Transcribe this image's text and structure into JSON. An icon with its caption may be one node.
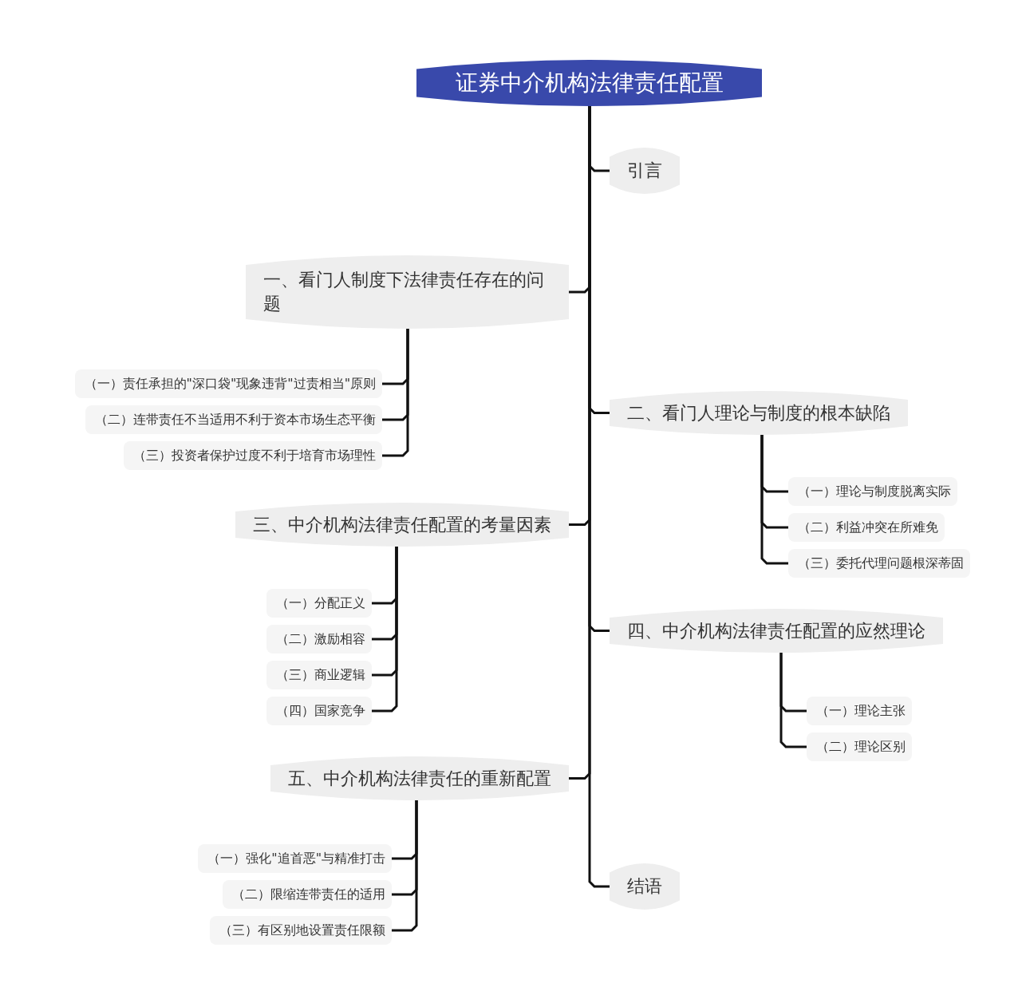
{
  "diagram": {
    "nodes": [
      {
        "text": [
          "证券中介机构法律责任配置"
        ]
      },
      {
        "text": [
          "引言"
        ]
      },
      {
        "text": [
          "一、看门人制度下法律责任存在的问题"
        ]
      },
      {
        "text": [
          "（一）责任承担的\"深口袋\"现象违背\"过责相当\"原则"
        ]
      },
      {
        "text": [
          "（二）连带责任不当适用不利于资本市场生态平衡"
        ]
      },
      {
        "text": [
          "（三）投资者保护过度不利于培育市场理性"
        ]
      },
      {
        "text": [
          "二、看门人理论与制度的根本缺陷"
        ]
      },
      {
        "text": [
          "（一）理论与制度脱离实际"
        ]
      },
      {
        "text": [
          "（二）利益冲突在所难免"
        ]
      },
      {
        "text": [
          "（三）委托代理问题根深蒂固"
        ]
      },
      {
        "text": [
          "三、中介机构法律责任配置的考量因素"
        ]
      },
      {
        "text": [
          "（一）分配正义"
        ]
      },
      {
        "text": [
          "（二）激励相容"
        ]
      },
      {
        "text": [
          "（三）商业逻辑"
        ]
      },
      {
        "text": [
          "（四）国家竞争"
        ]
      },
      {
        "text": [
          "四、中介机构法律责任配置的应然理论"
        ]
      },
      {
        "text": [
          "（一）理论主张"
        ]
      },
      {
        "text": [
          "（二）理论区别"
        ]
      },
      {
        "text": [
          "五、中介机构法律责任的重新配置"
        ]
      },
      {
        "text": [
          "（一）强化\"追首恶\"与精准打击"
        ]
      },
      {
        "text": [
          "（二）限缩连带责任的适用"
        ]
      },
      {
        "text": [
          "（三）有区别地设置责任限额"
        ]
      },
      {
        "text": [
          "结语"
        ]
      }
    ],
    "edges": [
      {
        "from": 0,
        "to": 1,
        "arrow": "none"
      },
      {
        "from": 0,
        "to": 2,
        "arrow": "none"
      },
      {
        "from": 2,
        "to": 3,
        "arrow": "none"
      },
      {
        "from": 2,
        "to": 4,
        "arrow": "none"
      },
      {
        "from": 2,
        "to": 5,
        "arrow": "none"
      },
      {
        "from": 0,
        "to": 6,
        "arrow": "none"
      },
      {
        "from": 6,
        "to": 7,
        "arrow": "none"
      },
      {
        "from": 6,
        "to": 8,
        "arrow": "none"
      },
      {
        "from": 6,
        "to": 9,
        "arrow": "none"
      },
      {
        "from": 0,
        "to": 10,
        "arrow": "none"
      },
      {
        "from": 10,
        "to": 11,
        "arrow": "none"
      },
      {
        "from": 10,
        "to": 12,
        "arrow": "none"
      },
      {
        "from": 10,
        "to": 13,
        "arrow": "none"
      },
      {
        "from": 10,
        "to": 14,
        "arrow": "none"
      },
      {
        "from": 0,
        "to": 15,
        "arrow": "none"
      },
      {
        "from": 15,
        "to": 16,
        "arrow": "none"
      },
      {
        "from": 15,
        "to": 17,
        "arrow": "none"
      },
      {
        "from": 0,
        "to": 18,
        "arrow": "none"
      },
      {
        "from": 18,
        "to": 19,
        "arrow": "none"
      },
      {
        "from": 18,
        "to": 20,
        "arrow": "none"
      },
      {
        "from": 18,
        "to": 21,
        "arrow": "none"
      },
      {
        "from": 0,
        "to": 22,
        "arrow": "none"
      }
    ]
  }
}
